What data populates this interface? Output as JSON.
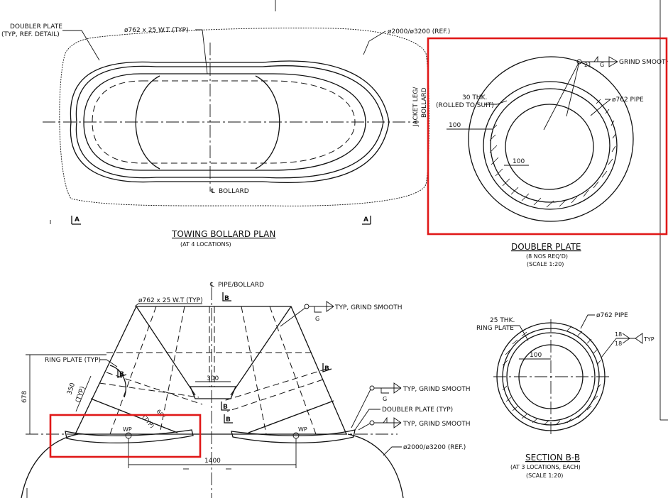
{
  "labels": {
    "doubler_plate_typ": "DOUBLER PLATE",
    "typ_ref_detail": "(TYP, REF. DETAIL)",
    "pipe_wt_top": "ø762 x 25 W.T (TYP)",
    "ref_diam_top": "ø2000/ø3200 (REF.)",
    "jacket_leg": "JACKET LEG/",
    "jacket_leg_2": "BOLLARD",
    "cl_bollard": "BOLLARD",
    "section_a_left": "A",
    "section_a_right": "A",
    "plan_title": "TOWING BOLLARD PLAN",
    "plan_sub": "(AT 4 LOCATIONS)",
    "thk30": "30 THK.",
    "rolled": "(ROLLED TO SUIT)",
    "dim100a": "100",
    "dim100b": "100",
    "weld21": "21",
    "weld_g": "G",
    "grind_smooth": "GRIND SMOOTH",
    "pipe762": "ø762 PIPE",
    "doubler_title": "DOUBLER PLATE",
    "doubler_qty": "(8 NOS REQ'D)",
    "doubler_scale": "(SCALE 1:20)",
    "cl_pipe_bollard": "PIPE/BOLLARD",
    "b_mark_top": "B",
    "pipe_wt_elev": "ø762 x 25 W.T (TYP)",
    "typ_grind_1": "TYP, GRIND SMOOTH",
    "g1": "G",
    "ring_plate_typ": "RING PLATE (TYP)",
    "b_left": "B",
    "b_right": "B",
    "dim300": "300",
    "dim350": "350",
    "dim350typ": "(TYP)",
    "dim678": "678",
    "b_mid1": "B",
    "b_mid2": "B",
    "typ_angle": "(TYP)",
    "angle": "60°",
    "wp_left": "WP",
    "wp_right": "WP",
    "typ_grind_2": "TYP, GRIND SMOOTH",
    "g2": "G",
    "doubler_typ": "DOUBLER PLATE (TYP)",
    "typ_grind_3": "TYP, GRIND SMOOTH",
    "ref_diam_bottom": "ø2000/ø3200 (REF.)",
    "dim1400": "1400",
    "thk25": "25 THK.",
    "ring_plate": "RING PLATE",
    "pipe762b": "ø762 PIPE",
    "weld18a": "18",
    "weld18b": "18",
    "typ_small": "TYP",
    "dim100c": "100",
    "section_title": "SECTION B-B",
    "section_sub": "(AT 3 LOCATIONS, EACH)",
    "section_scale": "(SCALE 1:20)"
  },
  "colors": {
    "line": "#111111",
    "highlight": "#e01818",
    "background": "#ffffff"
  }
}
